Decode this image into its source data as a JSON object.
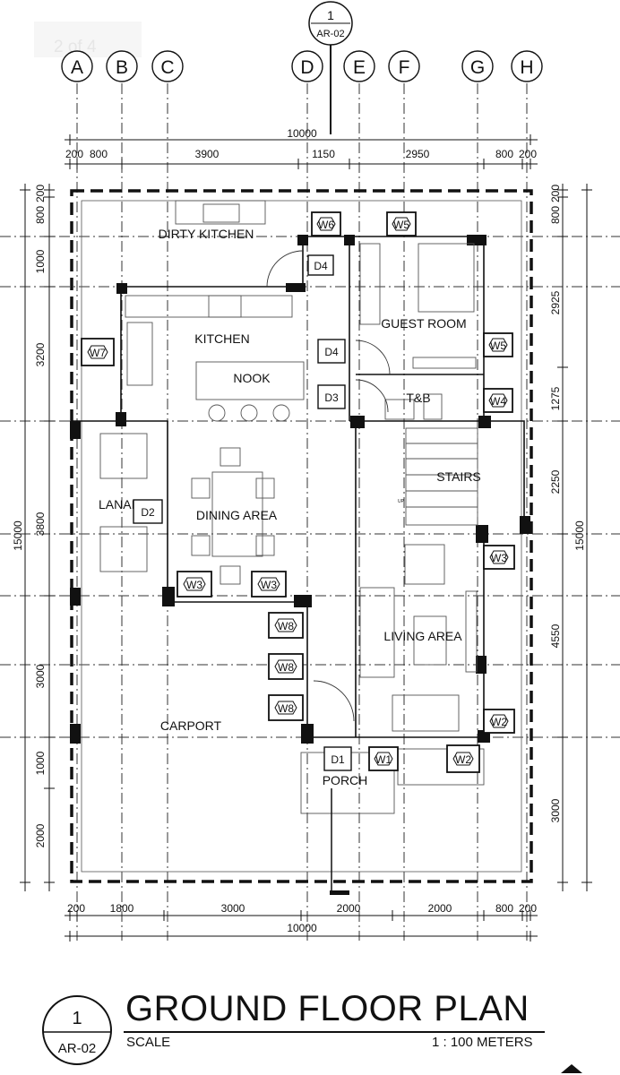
{
  "page_tag": "2 of 4",
  "section_marker": {
    "number": "1",
    "sheet": "AR-02"
  },
  "grid_columns": [
    "A",
    "B",
    "C",
    "D",
    "E",
    "F",
    "G",
    "H"
  ],
  "dimensions": {
    "top_overall": "10000",
    "top_segments": [
      "200",
      "800",
      "3900",
      "1150",
      "2950",
      "800",
      "200"
    ],
    "bottom_overall": "10000",
    "bottom_segments": [
      "200",
      "1800",
      "3000",
      "2000",
      "2000",
      "800",
      "200"
    ],
    "left_overall": "15000",
    "left_segments": [
      "200",
      "800",
      "1000",
      "3200",
      "3800",
      "3000",
      "1000",
      "2000"
    ],
    "right_overall": "15000",
    "right_segments": [
      "200",
      "800",
      "2925",
      "1275",
      "2250",
      "4550",
      "3000"
    ]
  },
  "rooms": {
    "dirty_kitchen": "DIRTY KITCHEN",
    "kitchen": "KITCHEN",
    "nook": "NOOK",
    "guest_room": "GUEST ROOM",
    "tb": "T&B",
    "stairs": "STAIRS",
    "lanai": "LANAI",
    "dining_area": "DINING AREA",
    "living_area": "LIVING AREA",
    "carport": "CARPORT",
    "porch": "PORCH",
    "up": "UP"
  },
  "tags": {
    "w6": "W6",
    "w5_top": "W5",
    "d4_top": "D4",
    "w7": "W7",
    "d4_mid": "D4",
    "w5_right": "W5",
    "d3": "D3",
    "w4": "W4",
    "d2": "D2",
    "w3_right": "W3",
    "w3_left": "W3",
    "w3_mid": "W3",
    "w8_a": "W8",
    "w8_b": "W8",
    "w8_c": "W8",
    "w2_right": "W2",
    "d1": "D1",
    "w1": "W1",
    "w2_bottom": "W2"
  },
  "title_block": {
    "number": "1",
    "sheet": "AR-02",
    "title": "GROUND FLOOR PLAN",
    "scale_label": "SCALE",
    "scale_value": "1 : 100 METERS"
  }
}
